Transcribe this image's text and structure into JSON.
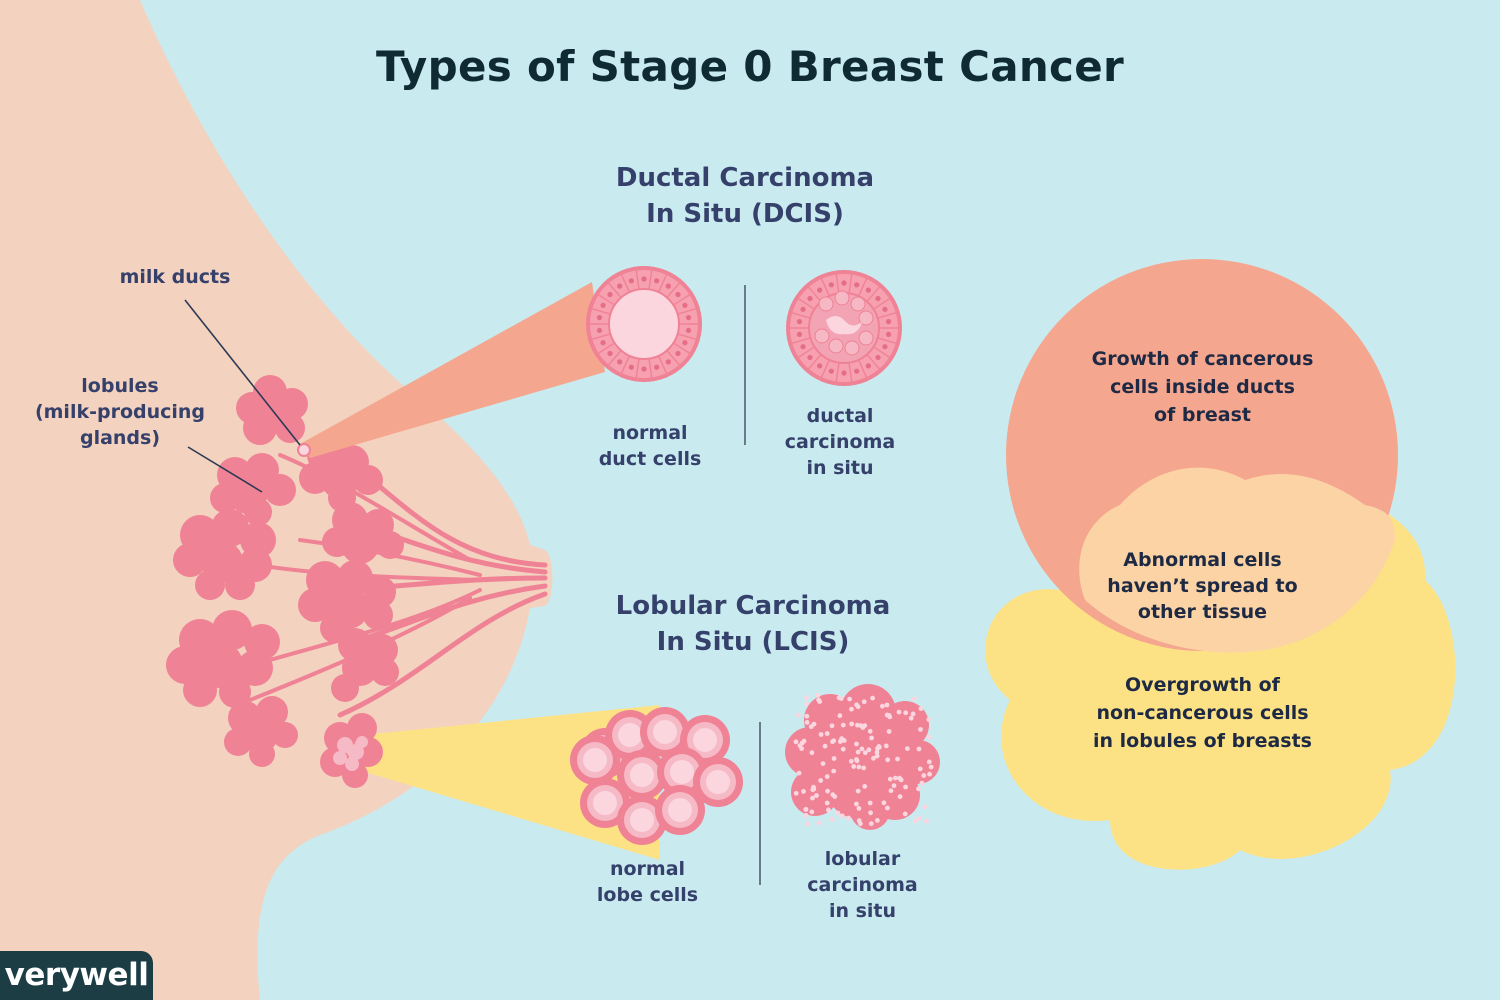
{
  "title": "Types of Stage 0 Breast Cancer",
  "dcis": {
    "heading": "Ductal Carcinoma\nIn Situ (DCIS)",
    "normal_label": "normal\nduct cells",
    "cancer_label": "ductal\ncarcinoma\nin situ"
  },
  "lcis": {
    "heading": "Lobular Carcinoma\nIn Situ (LCIS)",
    "normal_label": "normal\nlobe cells",
    "cancer_label": "lobular\ncarcinoma\nin situ"
  },
  "anatomy": {
    "milk_ducts": "milk ducts",
    "lobules": "lobules\n(milk-producing\nglands)"
  },
  "venn": {
    "dcis_text": "Growth of cancerous\ncells inside ducts\nof breast",
    "overlap_text": "Abnormal cells\nhaven’t spread to\nother tissue",
    "lcis_text": "Overgrowth of\nnon-cancerous cells\nin lobules of breasts"
  },
  "brand": "verywell",
  "colors": {
    "background": "#c9ebf0",
    "skin": "#f3d2bf",
    "lobule_pink": "#ef8295",
    "dcis_salmon": "#f5a68f",
    "lcis_yellow": "#fde285",
    "overlap_peach": "#fcd3a4",
    "text_navy": "#35406b",
    "logo_bg": "#1d3d45"
  }
}
